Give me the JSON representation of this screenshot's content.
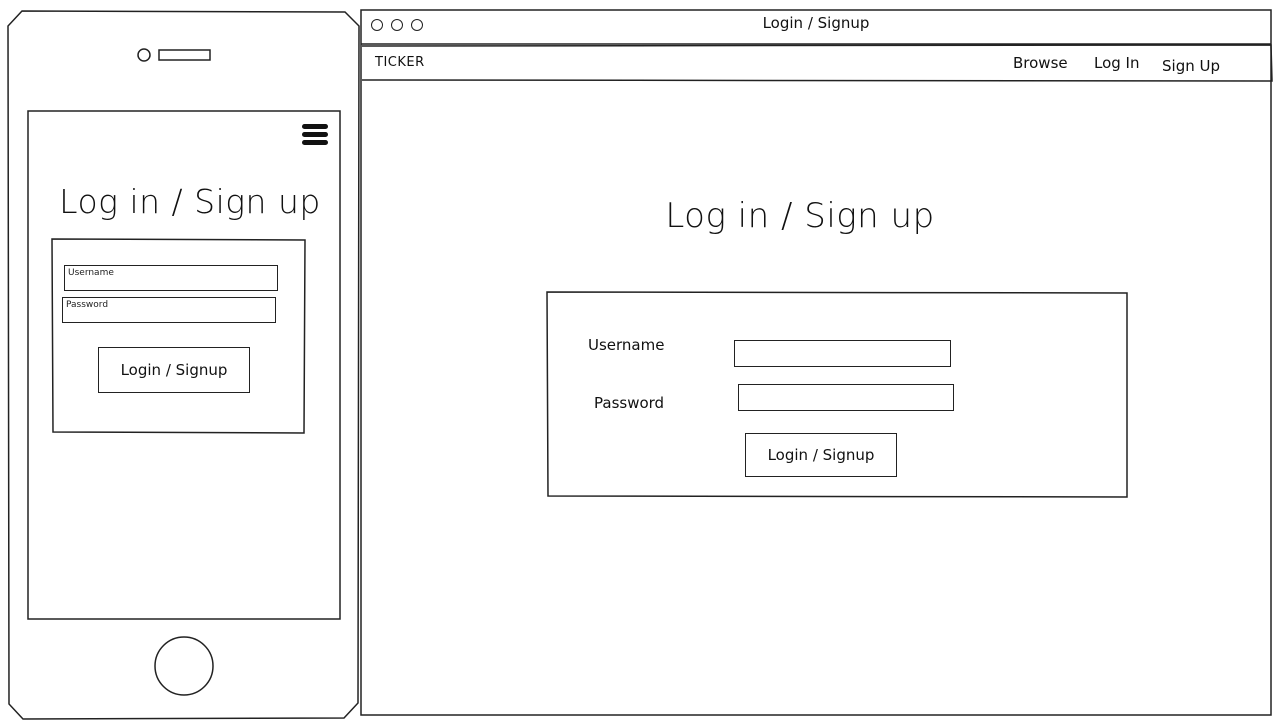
{
  "window": {
    "title": "Login / Signup"
  },
  "navbar": {
    "brand": "TICKER",
    "links": [
      "Browse",
      "Log In",
      "Sign Up"
    ]
  },
  "mobile": {
    "title": "Log in / Sign up",
    "username_placeholder": "Username",
    "password_placeholder": "Password",
    "submit_label": "Login / Signup"
  },
  "desktop": {
    "title": "Log in / Sign up",
    "username_label": "Username",
    "password_label": "Password",
    "submit_label": "Login / Signup"
  },
  "icons": {
    "phone_menu": "hamburger-icon",
    "phone_home": "home-button-icon",
    "phone_camera": "camera-icon",
    "phone_speaker": "speaker-icon",
    "window_controls": "window-dot-icon"
  }
}
